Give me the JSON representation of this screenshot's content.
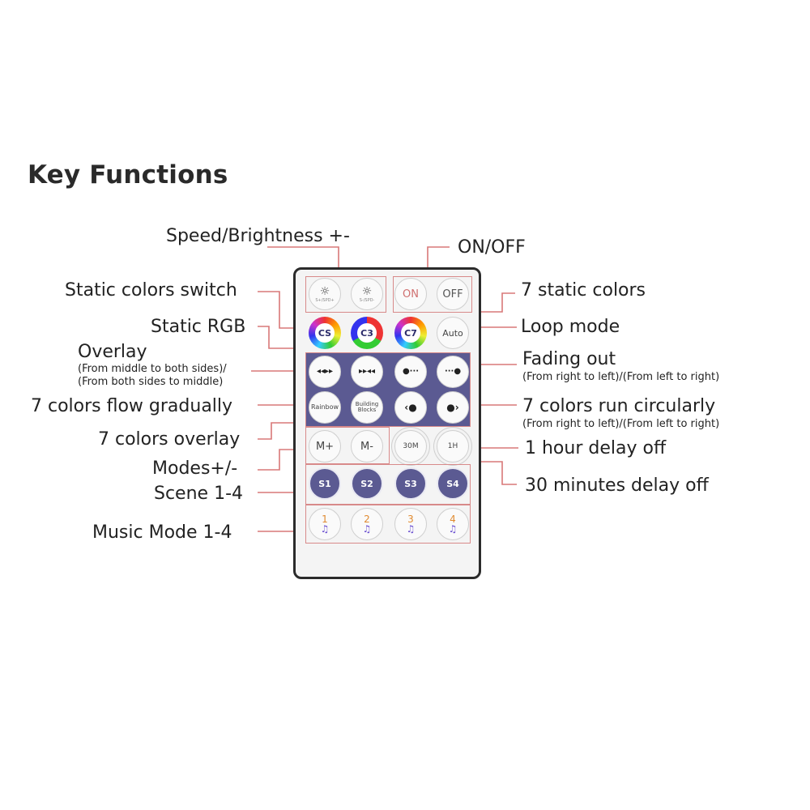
{
  "title": "Key Functions",
  "labels": {
    "speed": "Speed/Brightness +-",
    "onoff": "ON/OFF",
    "static_switch": "Static colors switch",
    "seven_static": "7 static colors",
    "static_rgb": "Static RGB",
    "loop_mode": "Loop mode",
    "overlay": "Overlay",
    "overlay_sub1": "(From middle to both sides)/",
    "overlay_sub2": "(From both sides to middle)",
    "fading_out": "Fading out",
    "fading_sub": "(From right to left)/(From left to right)",
    "flow": "7 colors flow gradually",
    "run": "7 colors run circularly",
    "run_sub": "(From right to left)/(From left to right)",
    "overlay7": "7 colors overlay",
    "delay1h": "1 hour delay off",
    "modes": "Modes+/-",
    "scene": "Scene 1-4",
    "delay30": "30 minutes delay off",
    "music": "Music Mode 1-4"
  },
  "buttons": {
    "speed_plus_cap": "S+/SPD+",
    "speed_minus_cap": "S-/SPD-",
    "on": "ON",
    "off": "OFF",
    "cs": "CS",
    "c3": "C3",
    "c7": "C7",
    "auto": "Auto",
    "rainbow": "Rainbow",
    "building": "Building Blocks",
    "mplus": "M+",
    "mminus": "M-",
    "t30": "30M",
    "t1h": "1H",
    "s1": "S1",
    "s2": "S2",
    "s3": "S3",
    "s4": "S4",
    "m1": "1",
    "m2": "2",
    "m3": "3",
    "m4": "4"
  },
  "colors": {
    "line": "#d87878",
    "panel": "#5b5a92",
    "border": "#2b2b2b"
  }
}
